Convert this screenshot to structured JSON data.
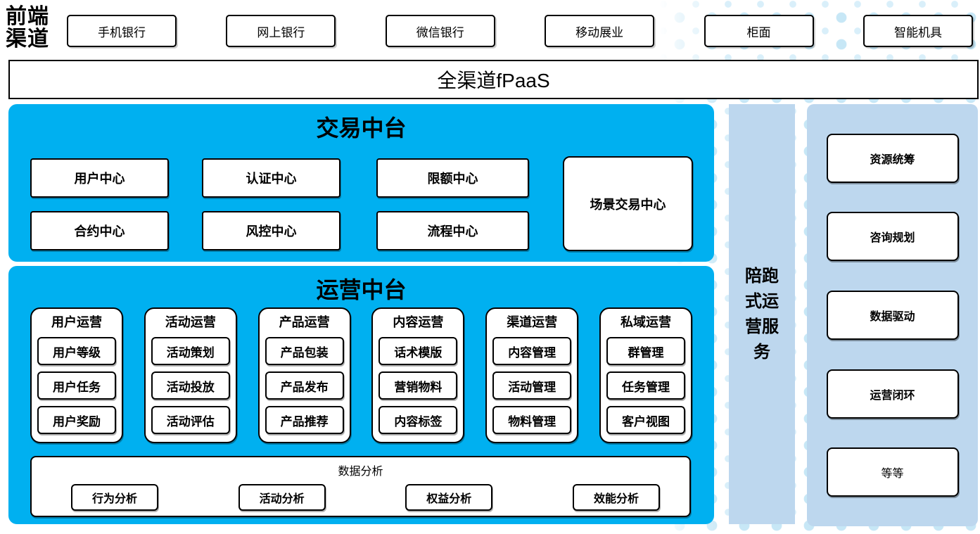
{
  "colors": {
    "accent_cyan": "#00B0F0",
    "panel_light_blue": "#BDD7EE",
    "dot_pattern": "#C7E7F6",
    "border": "#000000"
  },
  "front_channels": {
    "label": "前端渠道",
    "items": [
      "手机银行",
      "网上银行",
      "微信银行",
      "移动展业",
      "柜面",
      "智能机具"
    ]
  },
  "fpaas": {
    "label": "全渠道fPaaS"
  },
  "transaction_platform": {
    "title": "交易中台",
    "columns": [
      [
        "用户中心",
        "合约中心"
      ],
      [
        "认证中心",
        "风控中心"
      ],
      [
        "限额中心",
        "流程中心"
      ]
    ],
    "scenario_center": "场景交易中心"
  },
  "operation_platform": {
    "title": "运营中台",
    "groups": [
      {
        "title": "用户运营",
        "items": [
          "用户等级",
          "用户任务",
          "用户奖励"
        ]
      },
      {
        "title": "活动运营",
        "items": [
          "活动策划",
          "活动投放",
          "活动评估"
        ]
      },
      {
        "title": "产品运营",
        "items": [
          "产品包装",
          "产品发布",
          "产品推荐"
        ]
      },
      {
        "title": "内容运营",
        "items": [
          "话术模版",
          "营销物料",
          "内容标签"
        ]
      },
      {
        "title": "渠道运营",
        "items": [
          "内容管理",
          "活动管理",
          "物料管理"
        ]
      },
      {
        "title": "私域运营",
        "items": [
          "群管理",
          "任务管理",
          "客户视图"
        ]
      }
    ],
    "data_analysis": {
      "title": "数据分析",
      "items": [
        "行为分析",
        "活动分析",
        "权益分析",
        "效能分析"
      ]
    }
  },
  "companion_service": {
    "label": "陪跑式运营服务"
  },
  "service_panel": {
    "items": [
      "资源统筹",
      "咨询规划",
      "数据驱动",
      "运营闭环",
      "等等"
    ]
  }
}
